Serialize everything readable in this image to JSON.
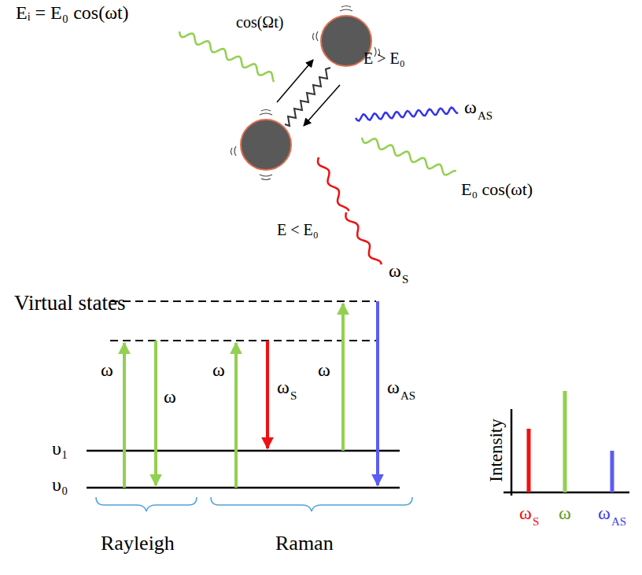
{
  "diagram": {
    "labels": [
      "Eᵢ = E₀ cos(ωt)",
      "cos(Ωt)",
      "E > E₀",
      "ω",
      "AS",
      "E₀ cos(ωt)",
      "E < E₀",
      "ω",
      "S",
      "Virtual states",
      "ω",
      "ω",
      "ω",
      "ω",
      "S",
      "ω",
      "ω",
      "AS",
      "υ₁",
      "υ₀",
      "Rayleigh",
      "Raman",
      "Intensity",
      "ω",
      "S",
      "ω",
      "ω",
      "AS"
    ]
  }
}
